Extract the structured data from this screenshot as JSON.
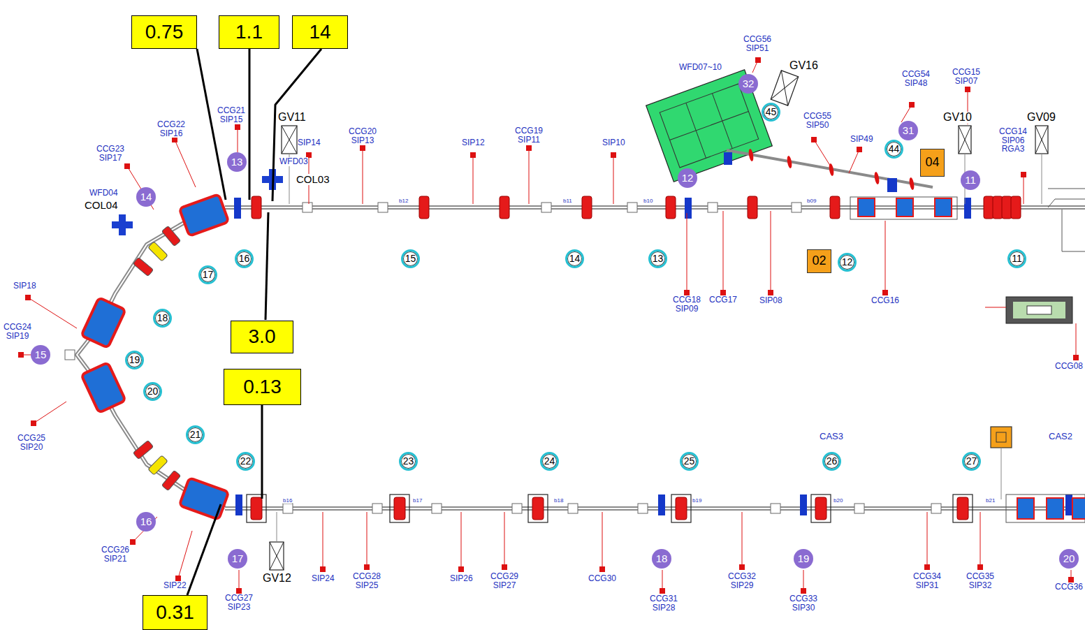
{
  "diagram": {
    "nodes": [
      {
        "text": [
          "0.75"
        ]
      },
      {
        "text": [
          "1.1"
        ]
      },
      {
        "text": [
          "14"
        ]
      },
      {
        "text": [
          "32"
        ]
      },
      {
        "text": [
          "45"
        ]
      },
      {
        "text": [
          "31"
        ]
      },
      {
        "text": [
          "44"
        ]
      },
      {
        "text": [
          "13"
        ]
      },
      {
        "text": [
          "04"
        ]
      },
      {
        "text": [
          "12"
        ]
      },
      {
        "text": [
          "11"
        ]
      },
      {
        "text": [
          "14"
        ]
      },
      {
        "text": [
          "16"
        ]
      },
      {
        "text": [
          "17"
        ]
      },
      {
        "text": [
          "15"
        ]
      },
      {
        "text": [
          "14"
        ]
      },
      {
        "text": [
          "13"
        ]
      },
      {
        "text": [
          "02"
        ]
      },
      {
        "text": [
          "12"
        ]
      },
      {
        "text": [
          "11"
        ]
      },
      {
        "text": [
          "18"
        ]
      },
      {
        "text": [
          "3.0"
        ]
      },
      {
        "text": [
          "15"
        ]
      },
      {
        "text": [
          "19"
        ]
      },
      {
        "text": [
          "0.13"
        ]
      },
      {
        "text": [
          "20"
        ]
      },
      {
        "text": [
          "21"
        ]
      },
      {
        "text": [
          "22"
        ]
      },
      {
        "text": [
          "23"
        ]
      },
      {
        "text": [
          "24"
        ]
      },
      {
        "text": [
          "25"
        ]
      },
      {
        "text": [
          "26"
        ]
      },
      {
        "text": [
          "27"
        ]
      },
      {
        "text": [
          "16"
        ]
      },
      {
        "text": [
          "17"
        ]
      },
      {
        "text": [
          "18"
        ]
      },
      {
        "text": [
          "19"
        ]
      },
      {
        "text": [
          "20"
        ]
      },
      {
        "text": [
          "0.31"
        ]
      }
    ],
    "labels": [
      "CCG22 SIP16",
      "CCG21 SIP15",
      "GV11",
      "SIP14",
      "CCG20 SIP13",
      "SIP12",
      "CCG19 SIP11",
      "SIP10",
      "WFD07~10",
      "CCG56 SIP51",
      "GV16",
      "CCG55 SIP50",
      "SIP49",
      "CCG54 SIP48",
      "CCG15 SIP07",
      "GV10",
      "GV09",
      "CCG23 SIP17",
      "CCG14 SIP06 RGA3",
      "WFD03",
      "COL03",
      "WFD04",
      "COL04",
      "SIP18",
      "CCG24 SIP19",
      "CCG25 SIP20",
      "CCG18 SIP09",
      "CCG17",
      "SIP08",
      "CCG16",
      "CCG08",
      "CAS3",
      "CAS2",
      "CCG26 SIP21",
      "SIP22",
      "CCG27 SIP23",
      "GV12",
      "SIP24",
      "CCG28 SIP25",
      "SIP26",
      "CCG29 SIP27",
      "CCG30",
      "CCG31 SIP28",
      "CCG32 SIP29",
      "CCG33 SIP30",
      "CCG34 SIP31",
      "CCG35 SIP32",
      "CCG36",
      "b12",
      "b11",
      "b10",
      "b09",
      "b16",
      "b17",
      "b18",
      "b19",
      "b20",
      "b21"
    ]
  }
}
